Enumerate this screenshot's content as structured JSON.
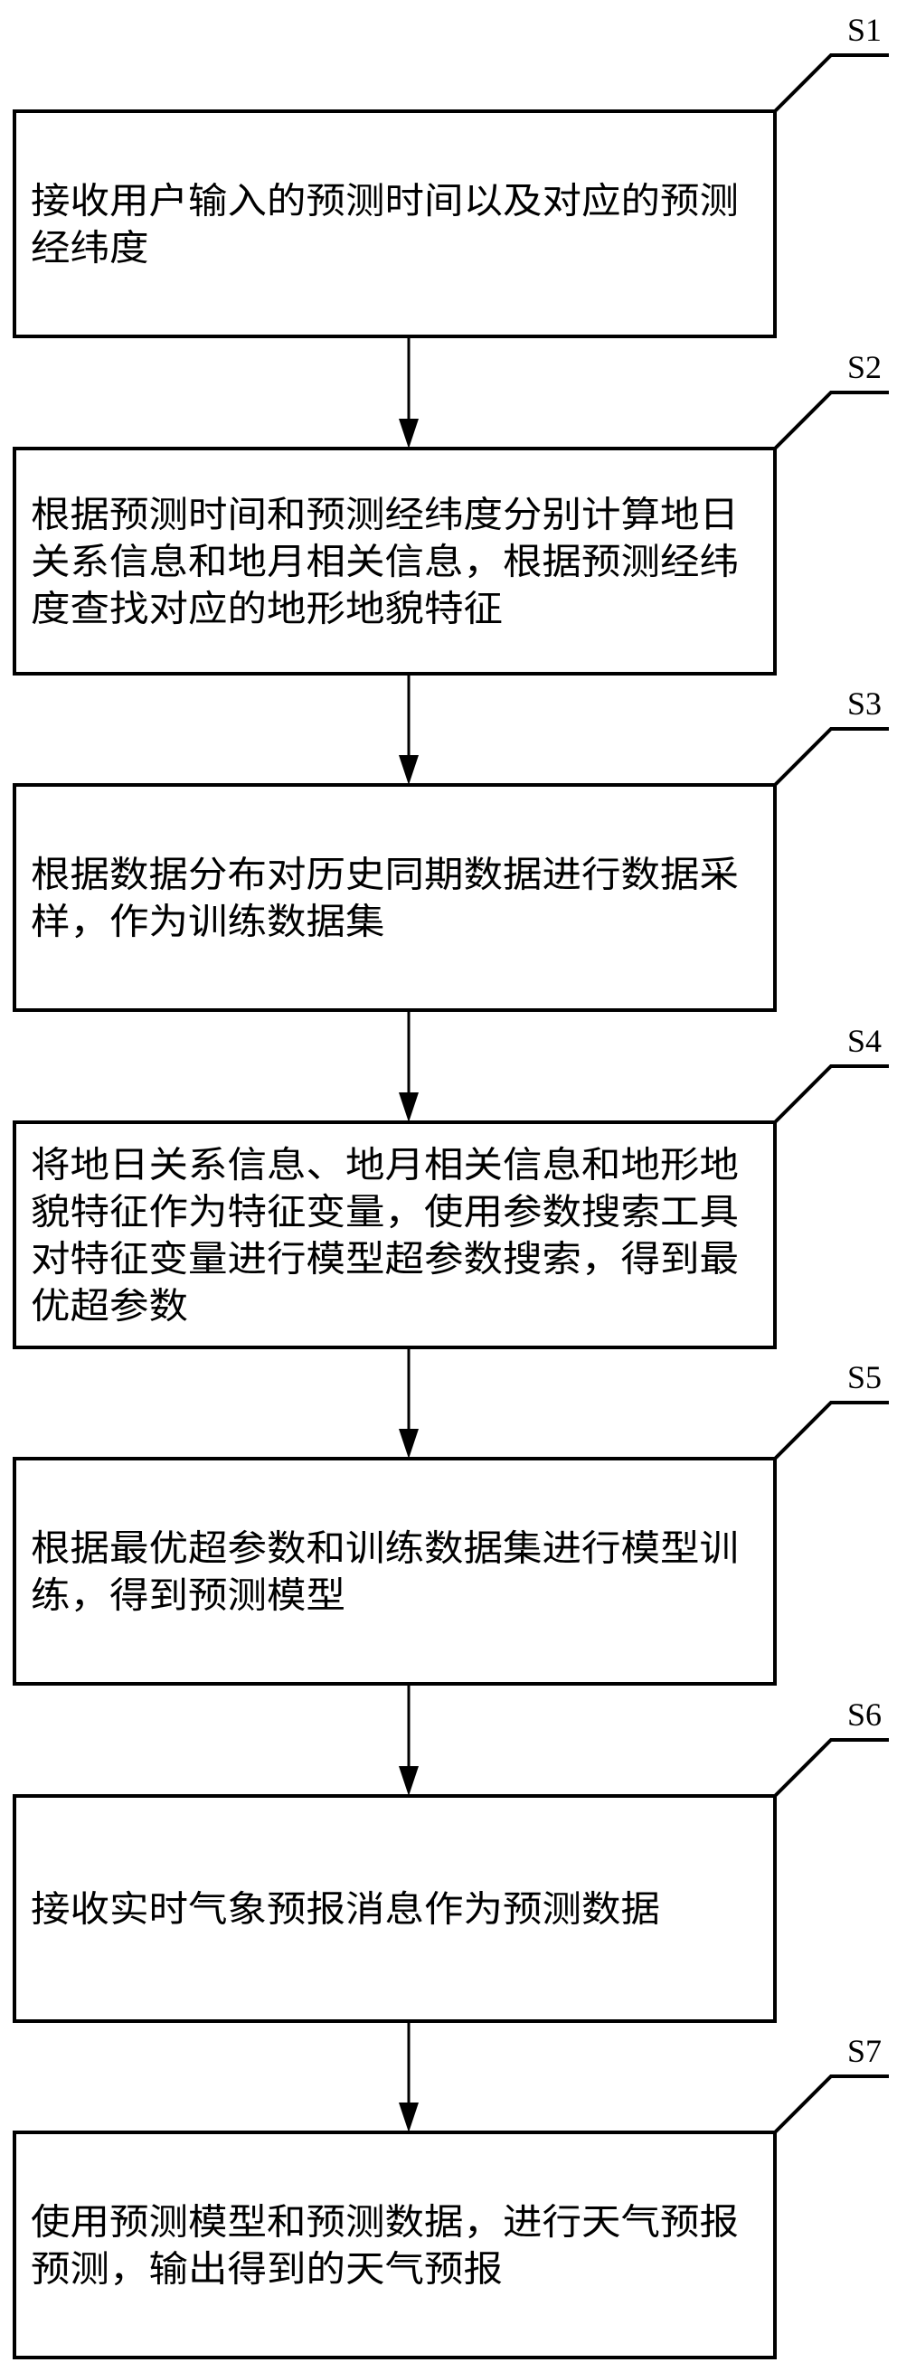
{
  "flowchart": {
    "steps": [
      {
        "id": "S1",
        "lines": [
          "接收用户输入的预测时间以及对应的预测",
          "经纬度"
        ]
      },
      {
        "id": "S2",
        "lines": [
          "根据预测时间和预测经纬度分别计算地日",
          "关系信息和地月相关信息，根据预测经纬",
          "度查找对应的地形地貌特征"
        ]
      },
      {
        "id": "S3",
        "lines": [
          "根据数据分布对历史同期数据进行数据采",
          "样，作为训练数据集"
        ]
      },
      {
        "id": "S4",
        "lines": [
          "将地日关系信息、地月相关信息和地形地",
          "貌特征作为特征变量，使用参数搜索工具",
          "对特征变量进行模型超参数搜索，得到最",
          "优超参数"
        ]
      },
      {
        "id": "S5",
        "lines": [
          "根据最优超参数和训练数据集进行模型训",
          "练，得到预测模型"
        ]
      },
      {
        "id": "S6",
        "lines": [
          "接收实时气象预报消息作为预测数据"
        ]
      },
      {
        "id": "S7",
        "lines": [
          "使用预测模型和预测数据，进行天气预报",
          "预测，输出得到的天气预报"
        ]
      }
    ],
    "colors": {
      "stroke": "#000000",
      "background": "#ffffff"
    }
  }
}
